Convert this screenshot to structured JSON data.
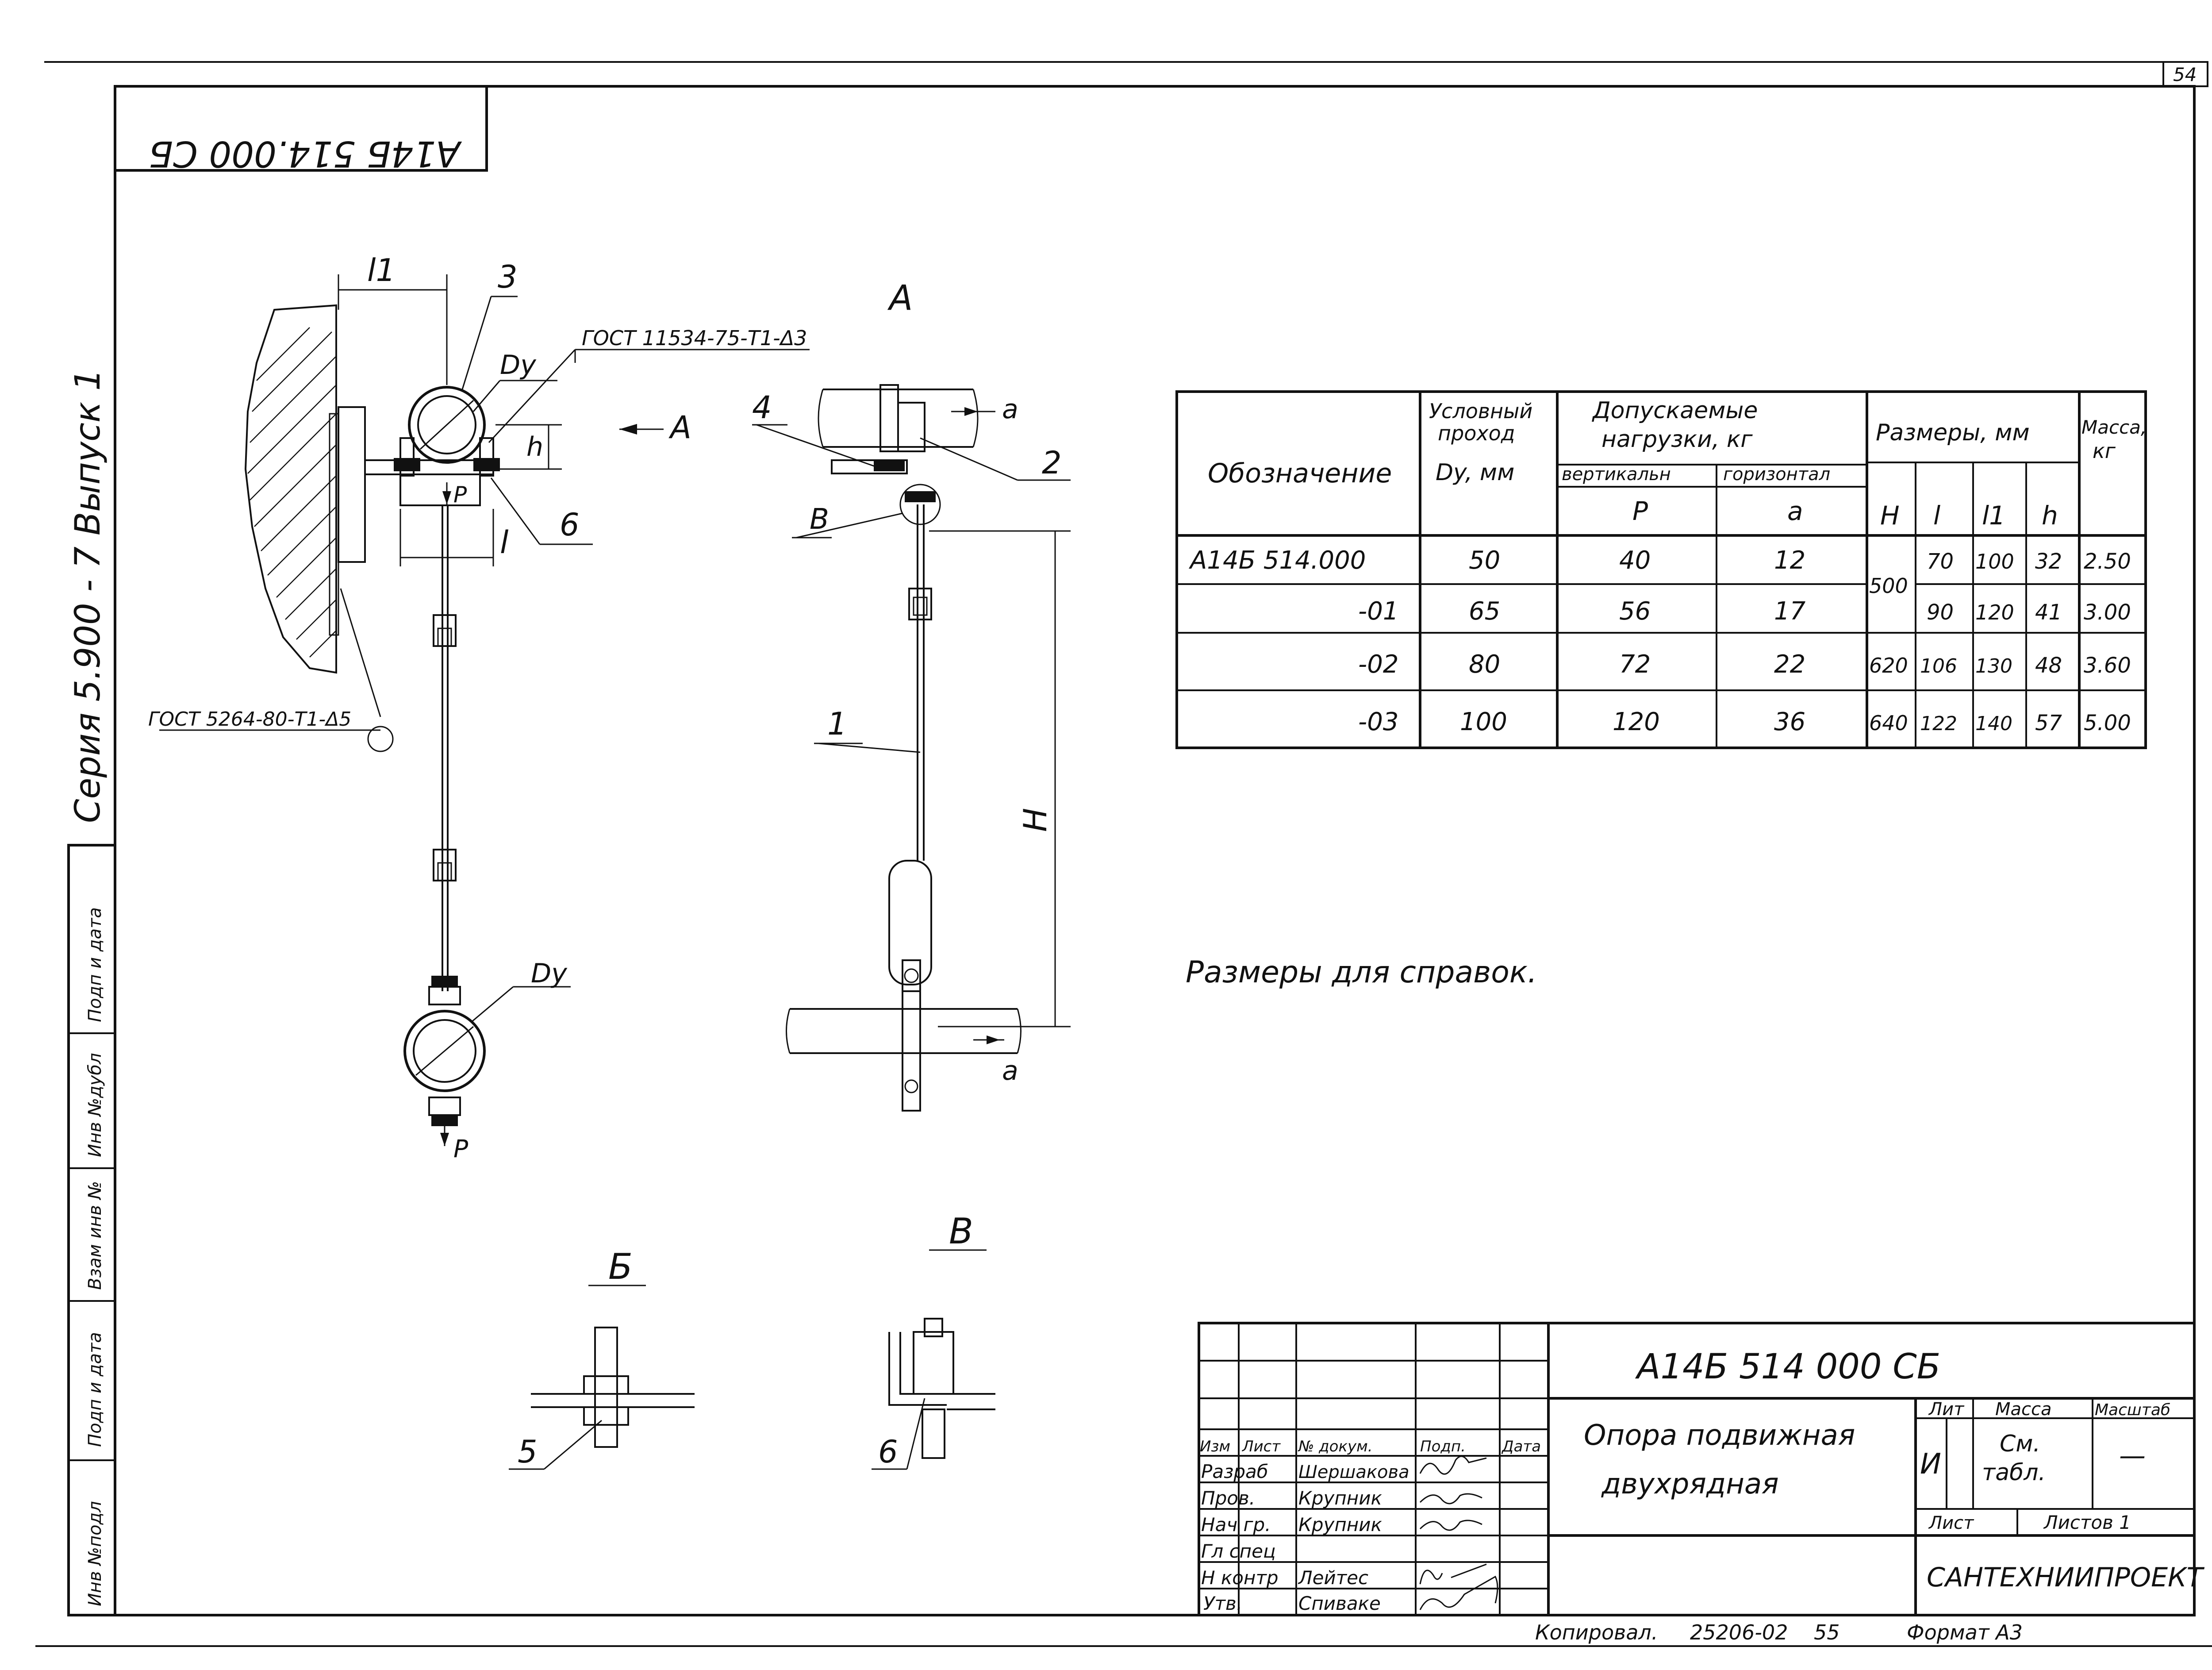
{
  "sheet": {
    "sheet_number": "54",
    "top_code": "А14Б 514.000 СБ",
    "series_label": "Серия 5.900 - 7 Выпуск 1",
    "margin_stamp": [
      "Инв №подл",
      "Подп и дата",
      "Взам инв №",
      "Инв №дубл",
      "Подп и дата"
    ]
  },
  "drawing": {
    "side_view": {
      "dim_l1": "l1",
      "dim_l": "l",
      "dim_h": "h",
      "callout_3": "3",
      "callout_6": "6",
      "label_du_top": "Dy",
      "label_du_bottom": "Dy",
      "label_p_top": "P",
      "label_p_bottom": "P",
      "weld_top": "ГОСТ 11534-75-Т1-Δ3",
      "weld_left": "ГОСТ 5264-80-Т1-Δ5",
      "view_arrow": "А"
    },
    "front_view": {
      "title": "А",
      "callout_4": "4",
      "callout_2": "2",
      "callout_1": "1",
      "callout_b": "В",
      "label_a_top": "a",
      "label_a_bottom": "a",
      "dim_H": "H"
    },
    "detail_b": {
      "title": "Б",
      "callout": "5"
    },
    "detail_v": {
      "title": "В",
      "callout": "6"
    },
    "note": "Размеры для справок."
  },
  "spec_table": {
    "headers": {
      "designation": "Обозначение",
      "nominal": [
        "Условный",
        "проход",
        "Dy, мм"
      ],
      "loads": [
        "Допускаемые",
        "нагрузки, кг"
      ],
      "vertical": "вертикальн",
      "horizontal": "горизонтал",
      "p": "P",
      "a": "a",
      "sizes": "Размеры, мм",
      "H": "H",
      "l": "l",
      "l1": "l1",
      "h": "h",
      "mass": [
        "Масса,",
        "кг"
      ]
    },
    "rows": [
      {
        "designation": "А14Б 514.000",
        "du": "50",
        "p": "40",
        "a": "12",
        "H": "500",
        "l": "70",
        "l1": "100",
        "h": "32",
        "mass": "2.50"
      },
      {
        "designation": "-01",
        "du": "65",
        "p": "56",
        "a": "17",
        "H": "",
        "l": "90",
        "l1": "120",
        "h": "41",
        "mass": "3.00"
      },
      {
        "designation": "-02",
        "du": "80",
        "p": "72",
        "a": "22",
        "H": "620",
        "l": "106",
        "l1": "130",
        "h": "48",
        "mass": "3.60"
      },
      {
        "designation": "-03",
        "du": "100",
        "p": "120",
        "a": "36",
        "H": "640",
        "l": "122",
        "l1": "140",
        "h": "57",
        "mass": "5.00"
      }
    ]
  },
  "title_block": {
    "code": "А14Б 514 000 СБ",
    "name_line1": "Опора подвижная",
    "name_line2": "двухрядная",
    "col_headers": [
      "Изм",
      "Лист",
      "№ докум.",
      "Подп.",
      "Дата"
    ],
    "people": [
      {
        "role": "Разраб",
        "name": "Шершакова"
      },
      {
        "role": "Пров.",
        "name": "Крупник"
      },
      {
        "role": "Нач гр.",
        "name": "Крупник"
      },
      {
        "role": "Гл спец",
        "name": ""
      },
      {
        "role": "Н контр",
        "name": "Лейтес"
      },
      {
        "role": "Утв.",
        "name": "Спиваке"
      }
    ],
    "lit_label": "Лит",
    "lit_value": "И",
    "mass_label": "Масса",
    "mass_value_1": "См.",
    "mass_value_2": "табл.",
    "scale_label": "Масштаб",
    "scale_value": "—",
    "sheet_label": "Лист",
    "sheets_label": "Листов 1",
    "org": "САНТЕХНИИПРОЕКТ"
  },
  "footer": {
    "copied": "Копировал.",
    "order": "25206-02",
    "sheet_no": "55",
    "format": "Формат А3"
  }
}
